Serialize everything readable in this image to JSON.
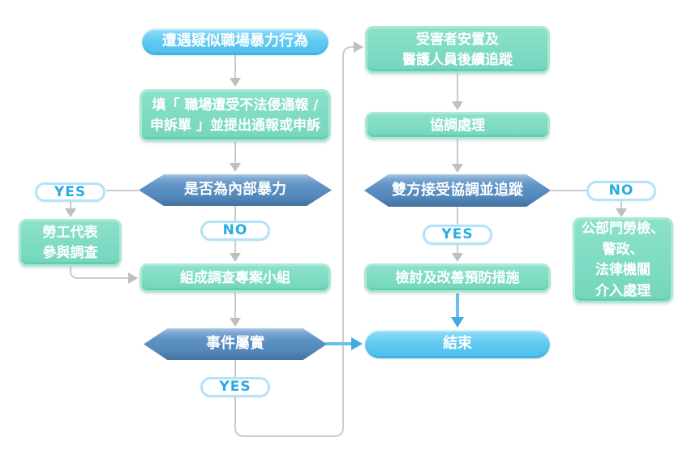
{
  "colors": {
    "start_end_fill": "#5ec8f0",
    "process_fill": "#7cd9c1",
    "process_border": "#abe8d6",
    "decision_fill": "#5e92c4",
    "node_text": "#ffffff",
    "yes_no_text": "#29abe2",
    "yes_no_border": "#b3e3f8",
    "connector_gray": "#cccccc",
    "connector_blue": "#62c4ec",
    "background": "#ffffff"
  },
  "nodes": {
    "start": "遭遇疑似職場暴力行為",
    "fill_form": "填「 職場遭受不法侵通報 /\n申訴單 」並提出通報或申訴",
    "internal_violence": "是否為內部暴力",
    "yes_left": "YES",
    "labor_rep": "勞工代表\n參與調查",
    "no_mid": "NO",
    "task_force": "組成調查專案小組",
    "incident_true": "事件屬實",
    "yes_bottom": "YES",
    "victim_care": "受害者安置及\n醫護人員後續追蹤",
    "coordination": "協調處理",
    "both_accept": "雙方接受協調並追蹤",
    "yes_right": "YES",
    "review": "檢討及改善預防措施",
    "no_right": "NO",
    "authority": "公部門勞檢、\n警政、\n法律機關\n介入處理",
    "end": "結束"
  }
}
